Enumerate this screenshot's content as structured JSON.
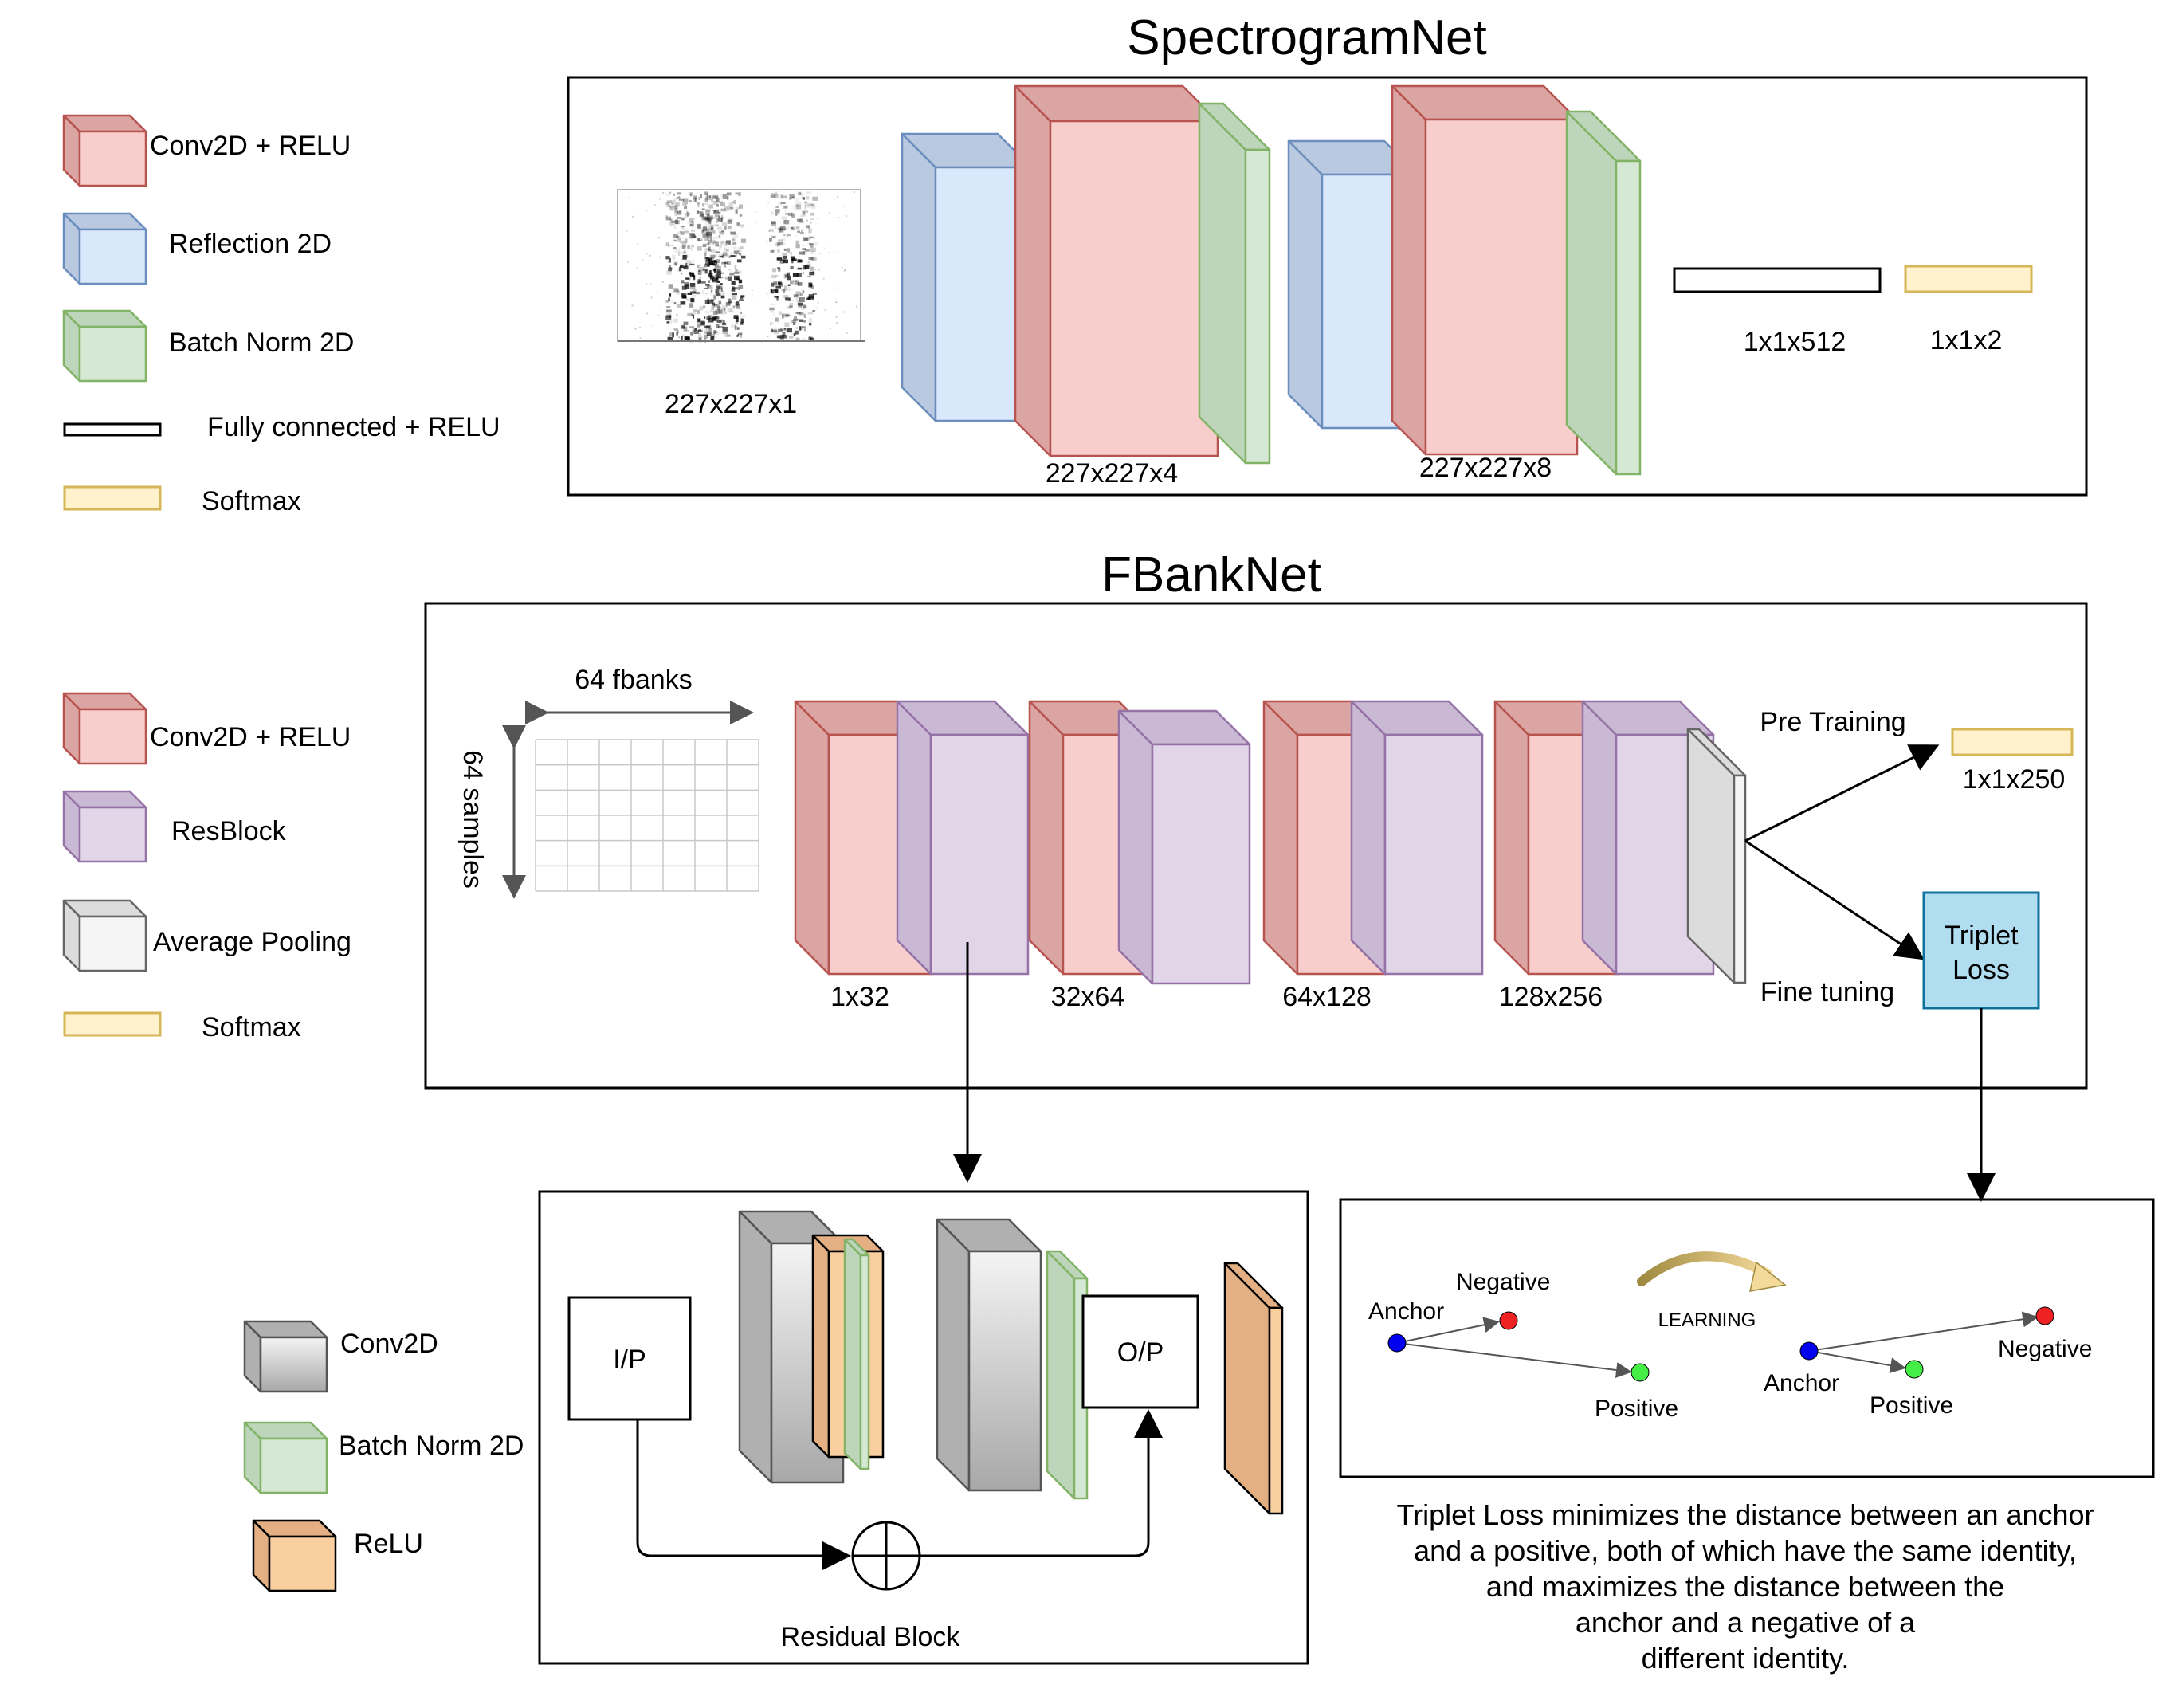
{
  "colors": {
    "conv": {
      "front": "#f8cecc",
      "side": "#dba5a3",
      "stroke": "#b85450"
    },
    "reflection": {
      "front": "#dae8fc",
      "side": "#b8c9e0",
      "stroke": "#6c8ebf"
    },
    "batchnorm": {
      "front": "#d5e8d4",
      "side": "#bcd5bb",
      "stroke": "#82b366"
    },
    "resblock": {
      "front": "#e1d5e7",
      "side": "#cab9d4",
      "stroke": "#9673a6"
    },
    "avgpool": {
      "front": "#f5f5f5",
      "side": "#dcdcdc",
      "stroke": "#666666"
    },
    "conv2d_gray": {
      "front": "#d4d4d4",
      "side": "#b0b0b0",
      "stroke": "#555555"
    },
    "relu": {
      "front": "#f9cf9f",
      "side": "#e4b083",
      "stroke": "#000000"
    },
    "softmax": {
      "fill": "#fff2cc",
      "stroke": "#d6b656"
    },
    "triplet": {
      "fill": "#b1ddf0",
      "stroke": "#10739e"
    },
    "anchor": "#0000ee",
    "negative": "#ee2222",
    "positive": "#44ee44"
  },
  "spectrogram_net": {
    "title": "SpectrogramNet",
    "legend": {
      "conv": "Conv2D + RELU",
      "reflection": "Reflection 2D",
      "batchnorm": "Batch Norm 2D",
      "fc": "Fully connected + RELU",
      "softmax": "Softmax"
    },
    "input_label": "227x227x1",
    "block1_label": "227x227x4",
    "block2_label": "227x227x8",
    "fc_label": "1x1x512",
    "softmax_label": "1x1x2"
  },
  "fbank_net": {
    "title": "FBankNet",
    "legend": {
      "conv": "Conv2D + RELU",
      "resblock": "ResBlock",
      "avgpool": "Average Pooling",
      "softmax": "Softmax"
    },
    "fbanks_label": "64 fbanks",
    "samples_label": "64 samples",
    "stage_labels": [
      "1x32",
      "32x64",
      "64x128",
      "128x256"
    ],
    "pre_training": "Pre Training",
    "fine_tuning": "Fine tuning",
    "softmax_label": "1x1x250",
    "triplet_line1": "Triplet",
    "triplet_line2": "Loss"
  },
  "residual_block": {
    "legend": {
      "conv2d": "Conv2D",
      "batchnorm": "Batch Norm 2D",
      "relu": "ReLU"
    },
    "input": "I/P",
    "output": "O/P",
    "caption": "Residual Block"
  },
  "triplet_panel": {
    "anchor": "Anchor",
    "negative": "Negative",
    "positive": "Positive",
    "learning": "LEARNING",
    "description": [
      "Triplet Loss minimizes the distance between an anchor",
      "and a positive, both of which have the same identity,",
      "and maximizes the distance between the",
      "anchor and a negative of a",
      "different identity."
    ]
  }
}
